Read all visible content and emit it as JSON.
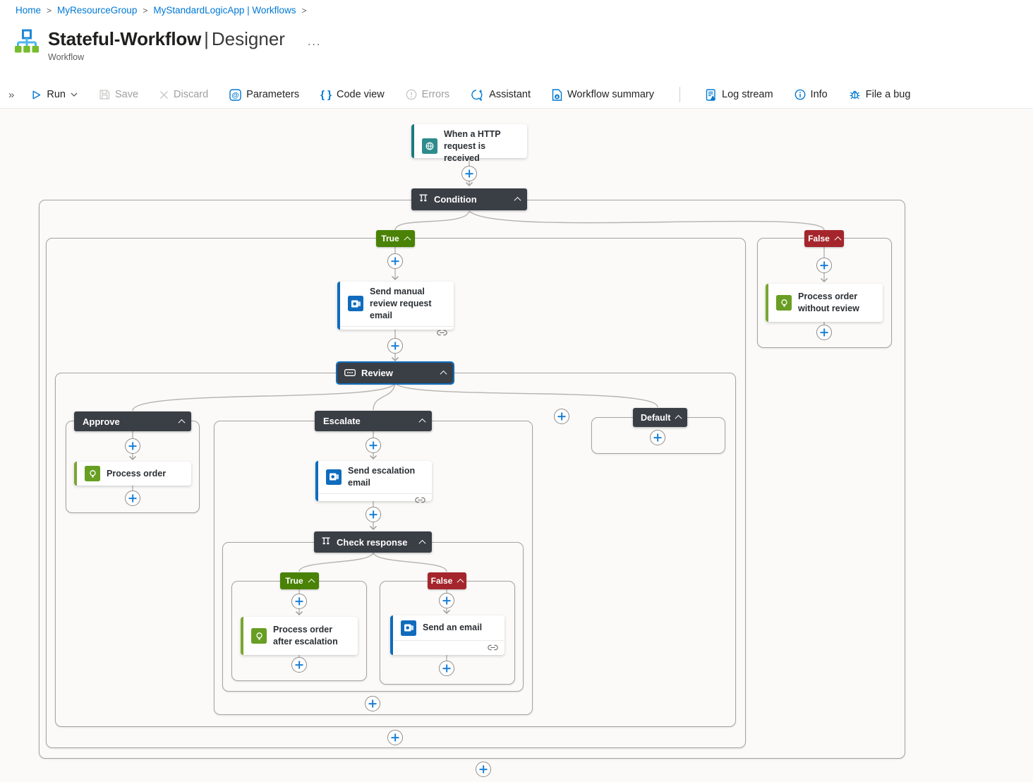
{
  "breadcrumb": {
    "items": [
      "Home",
      "MyResourceGroup",
      "MyStandardLogicApp | Workflows"
    ],
    "separator": ">"
  },
  "header": {
    "title": "Stateful-Workflow",
    "divider": "|",
    "mode": "Designer",
    "more": "...",
    "subtitle": "Workflow"
  },
  "toolbar": {
    "collapse": "»",
    "run": "Run",
    "save": "Save",
    "discard": "Discard",
    "parameters": "Parameters",
    "code_view": "Code view",
    "code_glyph": "{ }",
    "errors": "Errors",
    "assistant": "Assistant",
    "workflow_summary": "Workflow summary",
    "log_stream": "Log stream",
    "info": "Info",
    "file_a_bug": "File a bug"
  },
  "workflow": {
    "trigger": "When a HTTP request is received",
    "condition": "Condition",
    "condition_true": "True",
    "condition_false": "False",
    "send_manual_review": "Send manual review request email",
    "review": "Review",
    "case_approve": "Approve",
    "case_escalate": "Escalate",
    "case_default": "Default",
    "process_order": "Process order",
    "send_escalation": "Send escalation email",
    "check_response": "Check response",
    "check_true": "True",
    "check_false": "False",
    "process_after_escalation": "Process order after escalation",
    "send_an_email": "Send an email",
    "process_without_review": "Process order without review"
  },
  "colors": {
    "accent_blue": "#0078d4",
    "card_blue": "#0f6cbd",
    "action_green": "#689f23",
    "true_green": "#498205",
    "false_red": "#a4262c",
    "trigger_teal": "#2e8b8d",
    "header_dark": "#3a3e45"
  }
}
